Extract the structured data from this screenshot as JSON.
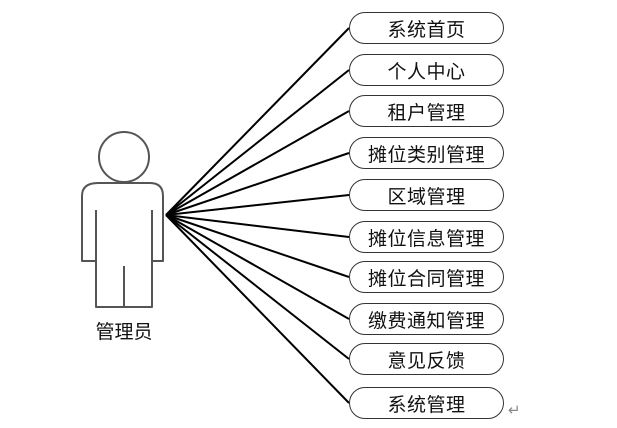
{
  "diagram": {
    "actor": {
      "label": "管理员",
      "icon": "person-icon"
    },
    "use_cases": [
      {
        "id": "uc-home",
        "label": "系统首页"
      },
      {
        "id": "uc-personal",
        "label": "个人中心"
      },
      {
        "id": "uc-tenant",
        "label": "租户管理"
      },
      {
        "id": "uc-stall-category",
        "label": "摊位类别管理"
      },
      {
        "id": "uc-area",
        "label": "区域管理"
      },
      {
        "id": "uc-stall-info",
        "label": "摊位信息管理"
      },
      {
        "id": "uc-stall-contract",
        "label": "摊位合同管理"
      },
      {
        "id": "uc-payment-notice",
        "label": "缴费通知管理"
      },
      {
        "id": "uc-feedback",
        "label": "意见反馈"
      },
      {
        "id": "uc-system",
        "label": "系统管理"
      }
    ],
    "colors": {
      "line": "#000000",
      "actor_outline": "#555555",
      "box_border": "#333333"
    }
  }
}
